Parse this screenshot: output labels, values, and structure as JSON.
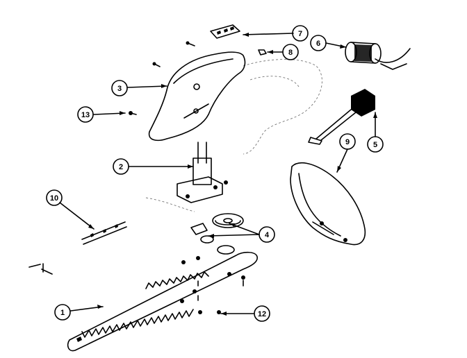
{
  "callouts": [
    {
      "id": "1",
      "label": "1"
    },
    {
      "id": "2",
      "label": "2"
    },
    {
      "id": "3",
      "label": "3"
    },
    {
      "id": "4",
      "label": "4"
    },
    {
      "id": "5",
      "label": "5"
    },
    {
      "id": "6",
      "label": "6"
    },
    {
      "id": "7",
      "label": "7"
    },
    {
      "id": "8",
      "label": "8"
    },
    {
      "id": "9",
      "label": "9"
    },
    {
      "id": "10",
      "label": "10"
    },
    {
      "id": "12",
      "label": "12"
    },
    {
      "id": "13",
      "label": "13"
    }
  ]
}
